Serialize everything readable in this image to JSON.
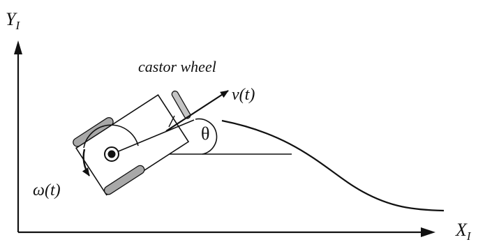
{
  "axes": {
    "y_label": "Y",
    "y_subscript": "I",
    "x_label": "X",
    "x_subscript": "I"
  },
  "labels": {
    "castor": "castor wheel",
    "velocity": "v(t)",
    "theta": "θ",
    "omega": "ω(t)"
  },
  "colors": {
    "line": "#111111",
    "wheel_fill": "#a8a8a8",
    "castor_fill": "#c4c4c4"
  }
}
